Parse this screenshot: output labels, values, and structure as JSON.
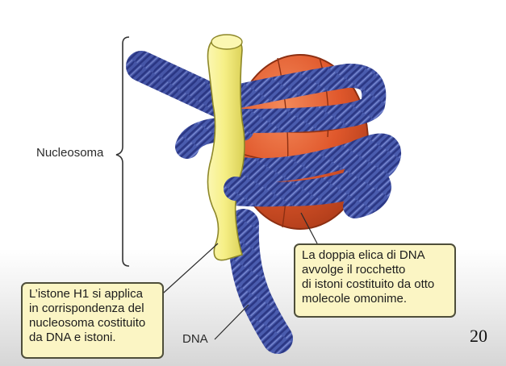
{
  "labels": {
    "nucleosome": "Nucleosoma",
    "dna": "DNA"
  },
  "callouts": {
    "histone_h1": "L’istone H1 si applica\nin corrispondenza del\nnucleosoma costituito\nda DNA e istoni.",
    "dna_wrap": "La doppia elica di DNA\navvolge il rocchetto\ndi istoni costituito da otto\nmolecole omonime."
  },
  "page_number": "20",
  "colors": {
    "dna": "#4a5cae",
    "dna_dark": "#2d3a86",
    "histone_core": "#e0582c",
    "histone_dark": "#a83a18",
    "histone_h1": "#f7f18a",
    "callout_fill": "#fbf5c4"
  }
}
